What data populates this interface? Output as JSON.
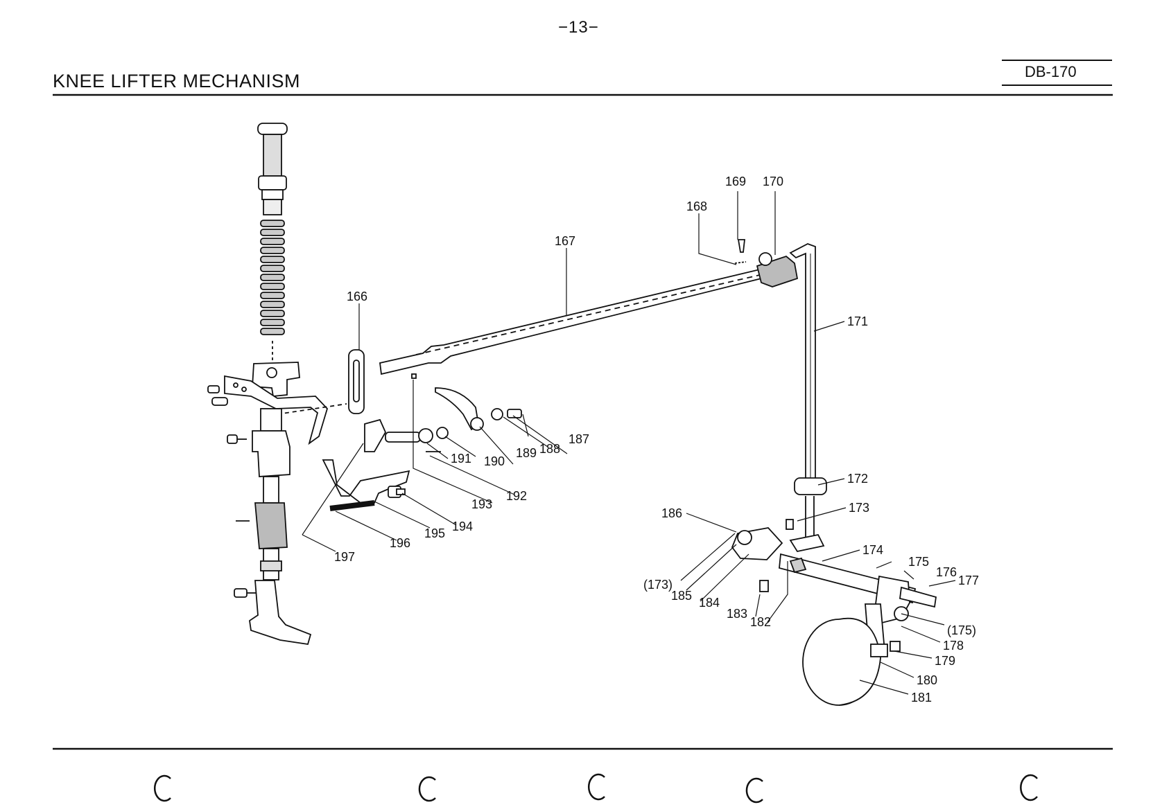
{
  "page_number": "−13−",
  "title": "KNEE LIFTER MECHANISM",
  "model": "DB-170",
  "callouts": {
    "p166": "166",
    "p167": "167",
    "p168": "168",
    "p169": "169",
    "p170": "170",
    "p171": "171",
    "p172": "172",
    "p173": "173",
    "p173b": "(173)",
    "p174": "174",
    "p175": "175",
    "p175b": "(175)",
    "p176": "176",
    "p177": "177",
    "p178": "178",
    "p179": "179",
    "p180": "180",
    "p181": "181",
    "p182": "182",
    "p183": "183",
    "p184": "184",
    "p185": "185",
    "p186": "186",
    "p187": "187",
    "p188": "188",
    "p189": "189",
    "p190": "190",
    "p191": "191",
    "p192": "192",
    "p193": "193",
    "p194": "194",
    "p195": "195",
    "p196": "196",
    "p197": "197"
  }
}
